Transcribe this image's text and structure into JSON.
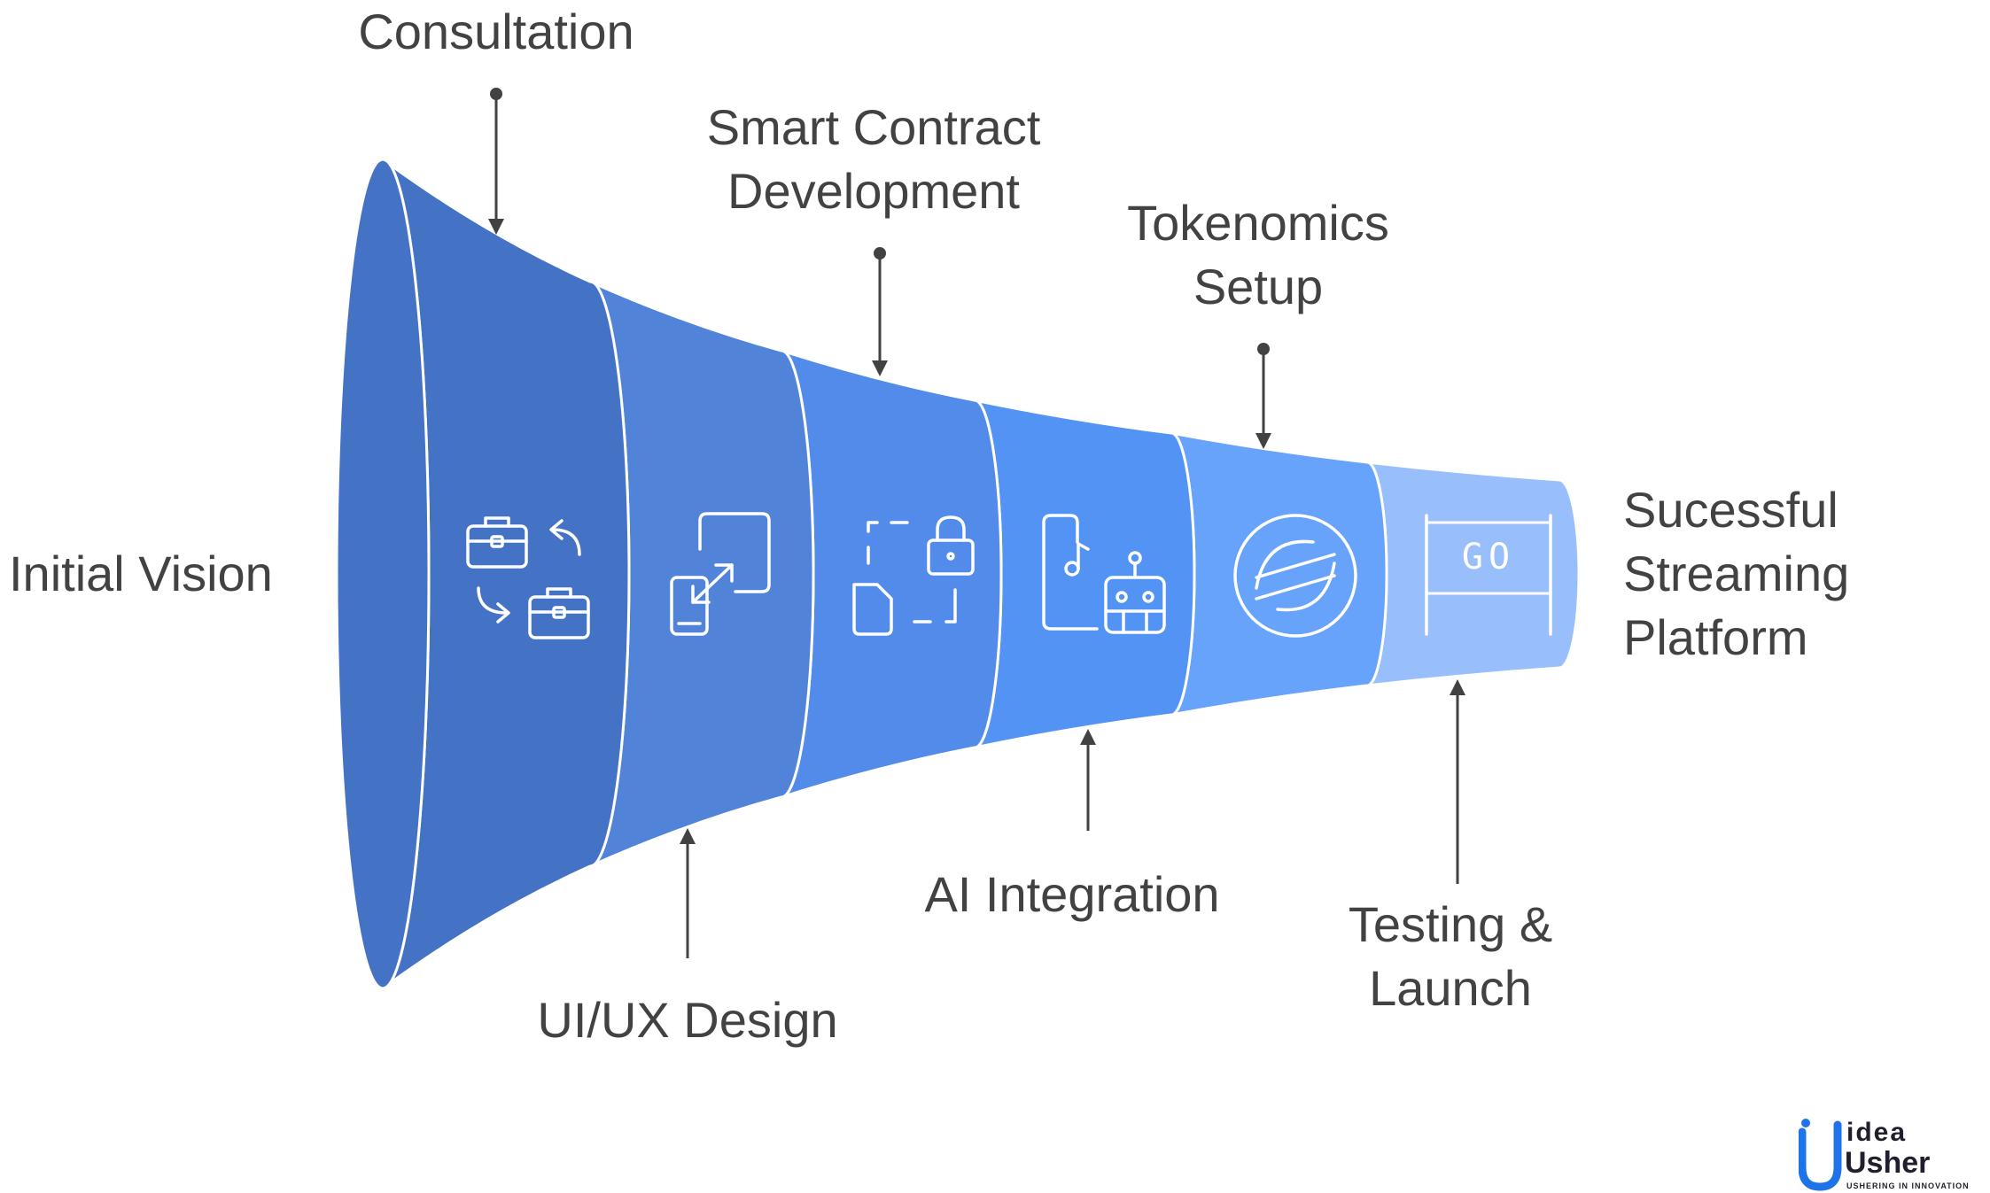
{
  "start_label": "Initial Vision",
  "end_label": "Sucessful\nStreaming\nPlatform",
  "stages": [
    {
      "label": "Consultation",
      "icon": "briefcase-exchange-icon",
      "callout": "top"
    },
    {
      "label": "UI/UX Design",
      "icon": "resize-screens-icon",
      "callout": "bottom"
    },
    {
      "label": "Smart Contract\nDevelopment",
      "icon": "file-lock-icon",
      "callout": "top"
    },
    {
      "label": "AI Integration",
      "icon": "phone-robot-icon",
      "callout": "bottom"
    },
    {
      "label": "Tokenomics\nSetup",
      "icon": "token-coin-icon",
      "callout": "top"
    },
    {
      "label": "Testing &\nLaunch",
      "icon": "go-banner-icon",
      "callout": "bottom"
    }
  ],
  "go_text": "GO",
  "colors": {
    "stage_fills": [
      "#4472C4",
      "#5183D8",
      "#528BE9",
      "#5393F4",
      "#67A2FB",
      "#98BEFB"
    ],
    "text": "#424242",
    "arrow": "#424242",
    "icon_stroke": "#ffffff"
  },
  "logo": {
    "brand_top": "idea",
    "brand_bottom": "Usher",
    "tagline": "USHERING IN INNOVATION",
    "colors": {
      "blue": "#1E73E8",
      "dark": "#1f1f2e"
    }
  }
}
